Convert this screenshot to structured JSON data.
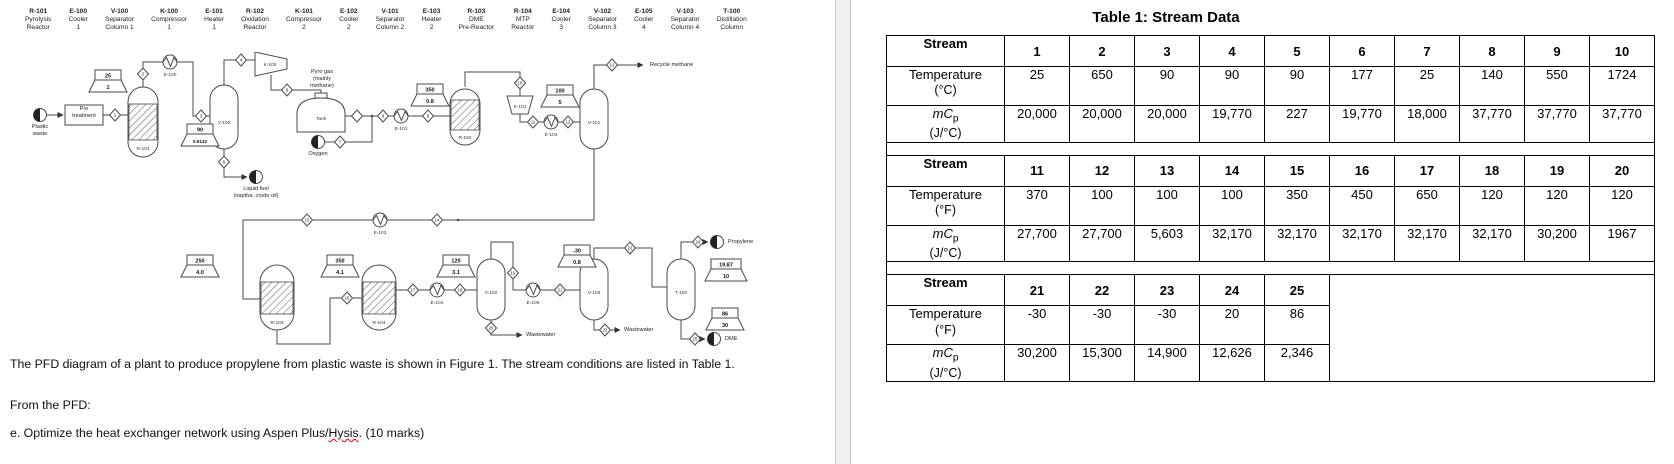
{
  "figure": {
    "legend": [
      {
        "code": "R-101",
        "name": "Pyrolysis\nReactor"
      },
      {
        "code": "E-100",
        "name": "Cooler\n1"
      },
      {
        "code": "V-100",
        "name": "Separator\nColumn 1"
      },
      {
        "code": "K-100",
        "name": "Compressor\n1"
      },
      {
        "code": "E-101",
        "name": "Heater\n1"
      },
      {
        "code": "R-102",
        "name": "Oxidation\nReactor"
      },
      {
        "code": "K-101",
        "name": "Compressor\n2"
      },
      {
        "code": "E-102",
        "name": "Cooler\n2"
      },
      {
        "code": "V-101",
        "name": "Separator\nColumn 2"
      },
      {
        "code": "E-103",
        "name": "Heater\n2"
      },
      {
        "code": "R-103",
        "name": "DME\nPre-Reactor"
      },
      {
        "code": "R-104",
        "name": "MTP\nReactor"
      },
      {
        "code": "E-104",
        "name": "Cooler\n3"
      },
      {
        "code": "V-102",
        "name": "Separator\nColumn 3"
      },
      {
        "code": "E-105",
        "name": "Cooler\n4"
      },
      {
        "code": "V-103",
        "name": "Separator\nColumn 4"
      },
      {
        "code": "T-100",
        "name": "Distillation\nColumn"
      }
    ],
    "tags": {
      "pretreatment": "Pre\ntreatment",
      "r101": "R-101",
      "e100": "E-100",
      "v100": "V-100",
      "k100": "K-100",
      "tank": "Tank",
      "e101": "E-101",
      "r102": "R-102",
      "k101": "K-101",
      "e102": "E-102",
      "v101": "V-101",
      "e103": "E-103",
      "r103": "R-103",
      "r104": "R-104",
      "e104": "E-104",
      "v102": "V-102",
      "e105": "E-105",
      "v103": "V-103",
      "t100": "T-100"
    },
    "labels": {
      "plastic_waste": "Plastic\nwaste",
      "oxygen": "Oxygen",
      "liquid_fuel": "Liquid fuel\n(naptha, crude oil)",
      "pyro_gas": "Pyro gas\n(mainly\nmethane)",
      "recycle_methane": "Recycle methane",
      "propylene": "Propylene",
      "wastewater": "Wastewater",
      "dme": "DME"
    },
    "streams": [
      "1",
      "2",
      "3",
      "4",
      "5",
      "6",
      "7",
      "8",
      "9",
      "10",
      "11",
      "12",
      "13",
      "14",
      "15",
      "16",
      "17",
      "18",
      "19",
      "20",
      "21",
      "22",
      "23",
      "24",
      "25"
    ],
    "callouts": [
      {
        "t": "25",
        "p": "1"
      },
      {
        "t": "90",
        "p": "0.6132"
      },
      {
        "t": "350",
        "p": "0.8"
      },
      {
        "t": "100",
        "p": "5"
      },
      {
        "t": "250",
        "p": "4.0"
      },
      {
        "t": "350",
        "p": "4.1"
      },
      {
        "t": "120",
        "p": "3.1"
      },
      {
        "t": "-30",
        "p": "0.8"
      },
      {
        "t": "19.87",
        "p": "10"
      },
      {
        "t": "86",
        "p": "30"
      }
    ]
  },
  "text": {
    "p1": "The PFD diagram of a plant to produce propylene from plastic waste is shown in Figure 1. The stream conditions are listed in Table 1.",
    "p2": "From the PFD:",
    "p3_prefix": "e. Optimize the heat exchanger network using Aspen Plus/",
    "p3_misspelled": "Hysis",
    "p3_suffix": ". (10 marks)"
  },
  "table": {
    "title": "Table 1: Stream Data",
    "labels": {
      "stream": "Stream",
      "temperature": "Temperature",
      "unit_c": "(°C)",
      "unit_f": "(°F)",
      "mcp_main": "mC",
      "mcp_sub": "p",
      "mcp_unit": "(J/°C)"
    },
    "block1": {
      "streams": [
        "1",
        "2",
        "3",
        "4",
        "5",
        "6",
        "7",
        "8",
        "9",
        "10"
      ],
      "temps": [
        "25",
        "650",
        "90",
        "90",
        "90",
        "177",
        "25",
        "140",
        "550",
        "1724"
      ],
      "mcps": [
        "20,000",
        "20,000",
        "20,000",
        "19,770",
        "227",
        "19,770",
        "18,000",
        "37,770",
        "37,770",
        "37,770"
      ]
    },
    "block2": {
      "streams": [
        "11",
        "12",
        "13",
        "14",
        "15",
        "16",
        "17",
        "18",
        "19",
        "20"
      ],
      "temps": [
        "370",
        "100",
        "100",
        "100",
        "350",
        "450",
        "650",
        "120",
        "120",
        "120"
      ],
      "mcps": [
        "27,700",
        "27,700",
        "5,603",
        "32,170",
        "32,170",
        "32,170",
        "32,170",
        "32,170",
        "30,200",
        "1967"
      ]
    },
    "block3": {
      "streams": [
        "21",
        "22",
        "23",
        "24",
        "25"
      ],
      "temps": [
        "-30",
        "-30",
        "-30",
        "20",
        "86"
      ],
      "mcps": [
        "30,200",
        "15,300",
        "14,900",
        "12,626",
        "2,346"
      ]
    }
  }
}
